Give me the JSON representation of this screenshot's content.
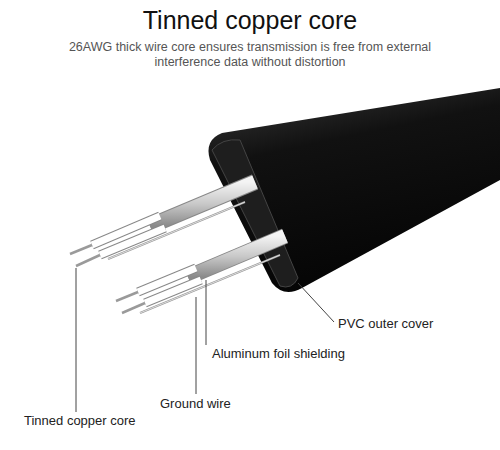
{
  "diagram": {
    "title": "Tinned copper core",
    "labels": [
      "26AWG thick wire core ensures transmission is free from external interference data without distortion",
      "PVC outer cover",
      "Aluminum foil shielding",
      "Ground wire",
      "Tinned copper core"
    ]
  }
}
